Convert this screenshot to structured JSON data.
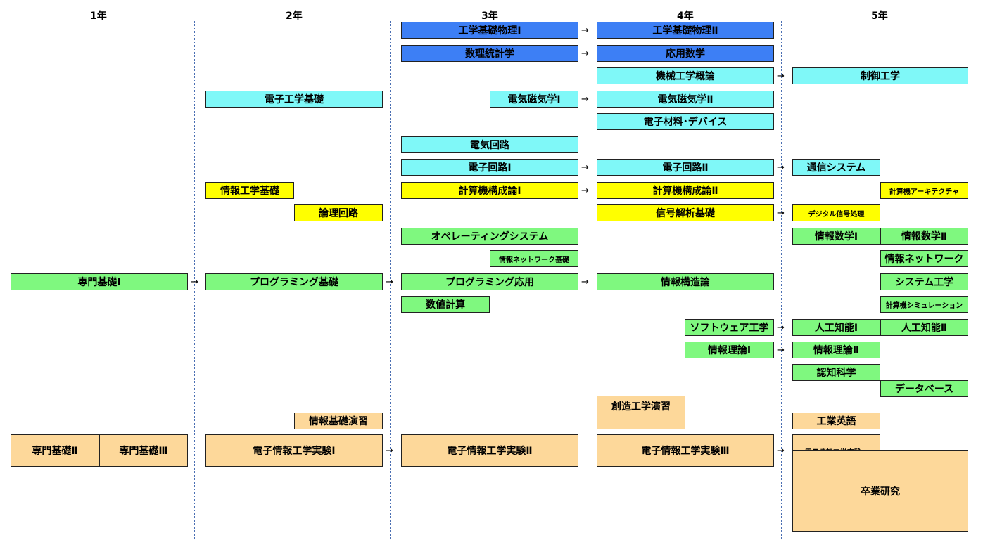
{
  "years": [
    "1年",
    "2年",
    "3年",
    "4年",
    "5年"
  ],
  "courses": {
    "kiso_butsuri_1": "工学基礎物理I",
    "kiso_butsuri_2": "工学基礎物理Ⅱ",
    "suri_tokei": "数理統計学",
    "oyo_sugaku": "応用数学",
    "kikai_gairon": "機械工学概論",
    "seigyo": "制御工学",
    "denshi_kiso": "電子工学基礎",
    "denki_jiki_1": "電気磁気学I",
    "denki_jiki_2": "電気磁気学Ⅱ",
    "denshi_zairyo": "電子材料･デバイス",
    "denki_kairo": "電気回路",
    "denshi_kairo_1": "電子回路I",
    "denshi_kairo_2": "電子回路Ⅱ",
    "tsushin": "通信システム",
    "joho_kiso": "情報工学基礎",
    "keisanki_1": "計算機構成論I",
    "keisanki_2": "計算機構成論Ⅱ",
    "arch": "計算機アーキテクチャ",
    "ronri": "論理回路",
    "shingo": "信号解析基礎",
    "digital": "デジタル信号処理",
    "os": "オペレーティングシステム",
    "joho_sugaku_1": "情報数学I",
    "joho_sugaku_2": "情報数学Ⅱ",
    "net_kiso": "情報ネットワーク基礎",
    "net": "情報ネットワーク",
    "senmon_1": "専門基礎Ⅰ",
    "prog_kiso": "プログラミング基礎",
    "prog_oyo": "プログラミング応用",
    "joho_kozo": "情報構造論",
    "system": "システム工学",
    "suchi": "数値計算",
    "sim": "計算機シミュレーション",
    "software": "ソフトウェア工学",
    "ai_1": "人工知能I",
    "ai_2": "人工知能Ⅱ",
    "joho_riron_1": "情報理論I",
    "joho_riron_2": "情報理論Ⅱ",
    "ninchi": "認知科学",
    "db": "データベース",
    "enshu_kiso": "情報基礎演習",
    "sozo": "創造工学演習",
    "eigo": "工業英語",
    "senmon_2": "専門基礎Ⅱ",
    "senmon_3": "専門基礎Ⅲ",
    "jikken_1": "電子情報工学実験I",
    "jikken_2": "電子情報工学実験Ⅱ",
    "jikken_3": "電子情報工学実験Ⅲ",
    "jikken_3b": "電子情報工学実験Ⅲ",
    "sotsugyo": "卒業研究"
  },
  "arrow_glyph": "→",
  "colors": {
    "blue": "#3d7ff5",
    "cyan": "#7ff8f8",
    "yellow": "#ffff00",
    "green": "#7ff87f",
    "orange": "#fdd89a"
  }
}
